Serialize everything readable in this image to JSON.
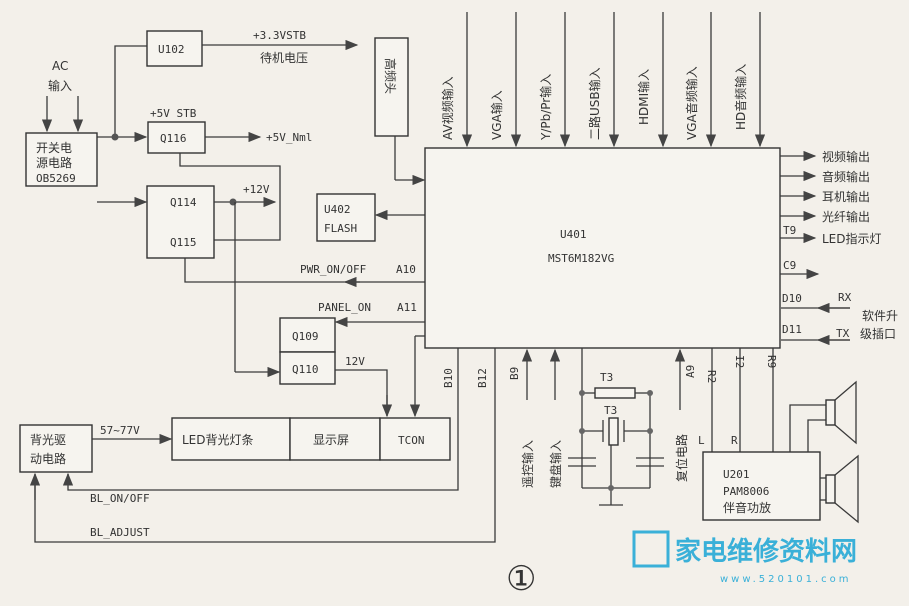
{
  "power": {
    "ac_line1": "AC",
    "ac_line2": "输入",
    "box_l1": "开关电",
    "box_l2": "源电路",
    "box_l3": "OB5269"
  },
  "u102": "U102",
  "v33_label": "+3.3VSTB",
  "v33_desc": "待机电压",
  "q116": "Q116",
  "v5stb": "+5V STB",
  "v5nml": "+5V_Nml",
  "q114": "Q114",
  "q115": "Q115",
  "v12": "+12V",
  "tuner": "高频头",
  "u402": {
    "l1": "U402",
    "l2": "FLASH"
  },
  "main": {
    "l1": "U401",
    "l2": "MST6M182VG"
  },
  "pwr_on_off": "PWR_ON/OFF",
  "a10": "A10",
  "panel_on": "PANEL_ON",
  "a11": "A11",
  "q109": "Q109",
  "q110": "Q110",
  "v12b": "12V",
  "inputs": [
    "AV视频输入",
    "VGA输入",
    "Y/Pb/Pr输入",
    "二路USB输入",
    "HDMI输入",
    "VGA音频输入",
    "HD音频输入"
  ],
  "outputs": [
    "视频输出",
    "音频输出",
    "耳机输出",
    "光纤输出",
    "LED指示灯"
  ],
  "t9": "T9",
  "c9": "C9",
  "d10": "D10",
  "d11": "D11",
  "rx": "RX",
  "tx": "TX",
  "upgrade_l1": "软件升",
  "upgrade_l2": "级插口",
  "backlight": {
    "l1": "背光驱",
    "l2": "动电路",
    "voltage": "57~77V"
  },
  "led_bar": "LED背光灯条",
  "display": "显示屏",
  "tcon": "TCON",
  "bl_on_off": "BL_ON/OFF",
  "bl_adjust": "BL_ADJUST",
  "pins": {
    "b10": "B10",
    "b12": "B12",
    "b9": "B9",
    "a9": "A9",
    "r2": "R2",
    "i2": "I2",
    "r9": "R9"
  },
  "remote_in": "遥控输入",
  "key_in": "键盘输入",
  "t3a": "T3",
  "t3b": "T3",
  "reset": "复位电路",
  "amp": {
    "l": "L",
    "r": "R",
    "l1": "U201",
    "l2": "PAM8006",
    "l3": "伴音功放"
  },
  "figure_number": "①",
  "watermark": {
    "logo": "家电维修资料网",
    "url": "www.520101.com"
  }
}
